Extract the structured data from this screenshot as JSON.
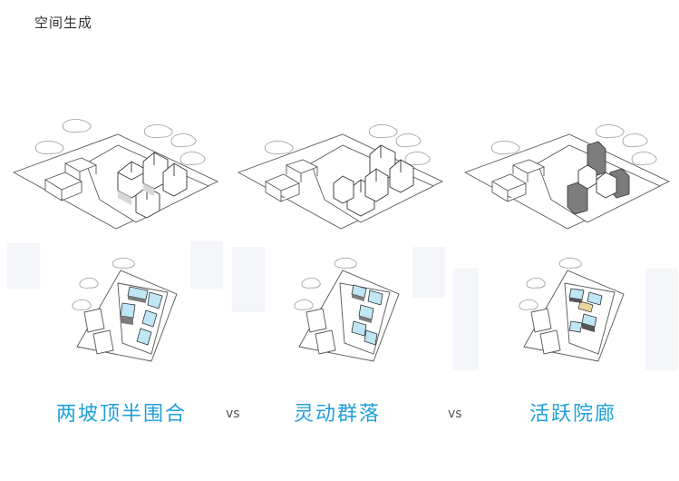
{
  "title": "空间生成",
  "options": [
    {
      "label": "两坡顶半围合"
    },
    {
      "label": "灵动群落"
    },
    {
      "label": "活跃院廊"
    }
  ],
  "separator": "vs",
  "colors": {
    "caption": "#1fa0da",
    "separator": "#555555",
    "title": "#333333",
    "roof_highlight": "#bfe6f5",
    "dark_volume": "#7c7c7c"
  }
}
